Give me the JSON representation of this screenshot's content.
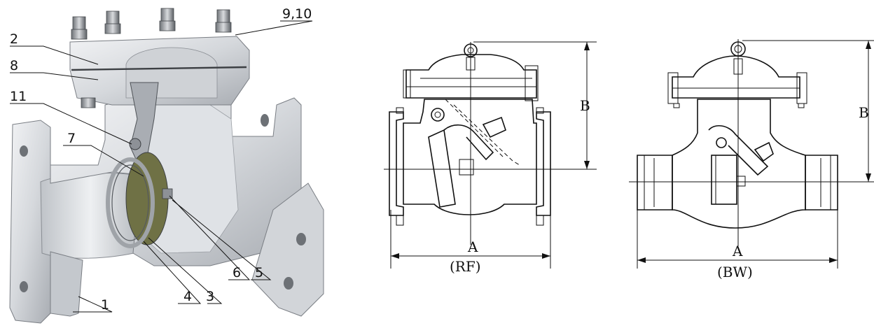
{
  "callouts": [
    "1",
    "2",
    "3",
    "4",
    "5",
    "6",
    "7",
    "8",
    "9,10",
    "11"
  ],
  "drawing_rf": {
    "dim_a": "A",
    "dim_a_sub": "(RF)",
    "dim_b": "B"
  },
  "drawing_bw": {
    "dim_a": "A",
    "dim_a_sub": "(BW)",
    "dim_b": "B"
  },
  "colors": {
    "metal_light": "#e4e6e9",
    "metal_mid": "#c9ccd1",
    "metal_dark": "#8d9197",
    "disc_olive": "#6f7145",
    "line": "#111111"
  }
}
